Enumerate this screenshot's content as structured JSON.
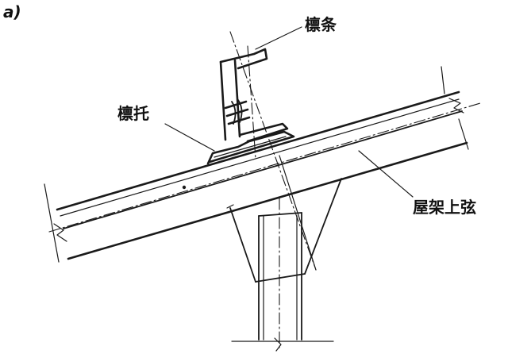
{
  "figure": {
    "panel_label": "a)"
  },
  "labels": {
    "purlin": "檩条",
    "purlin_support": "檩托",
    "truss_top_chord": "屋架上弦"
  },
  "colors": {
    "ink": "#1a1a1a",
    "background": "#ffffff"
  }
}
